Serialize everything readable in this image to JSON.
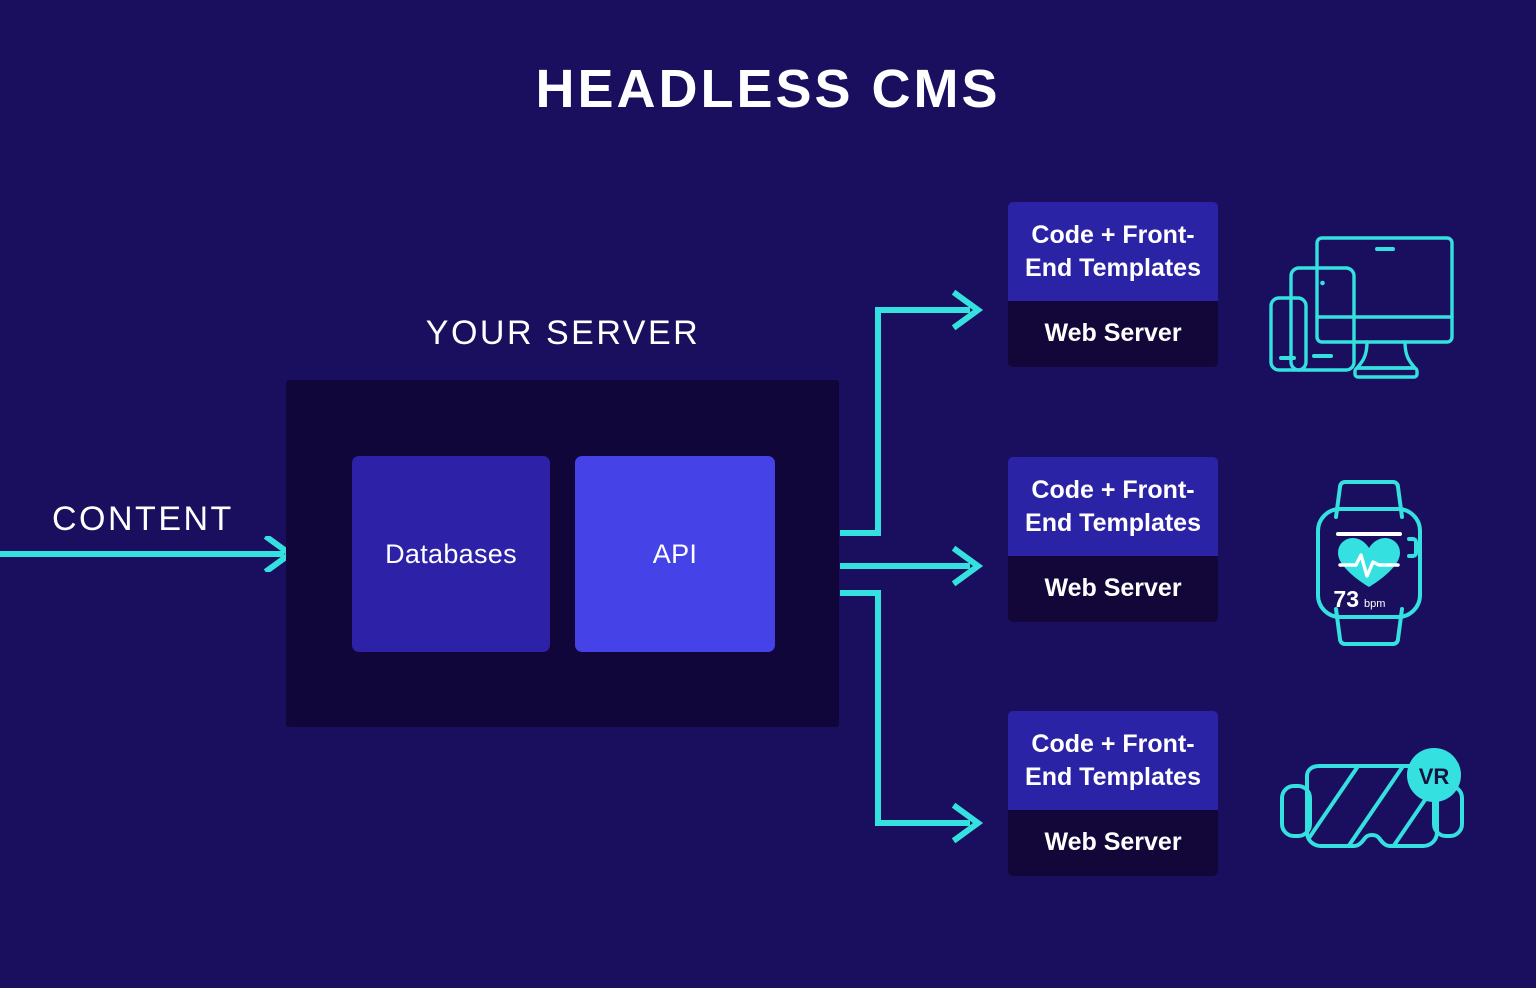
{
  "page": {
    "title": "HEADLESS CMS",
    "background_color": "#1a0f5e",
    "accent_cyan": "#35e0e0",
    "accent_blue": "#4542e8"
  },
  "content_flow": {
    "label": "CONTENT",
    "arrow_icon": "arrow-right-icon"
  },
  "server": {
    "label": "YOUR SERVER",
    "box_color": "#11063a",
    "components": [
      {
        "label": "Databases",
        "color": "#2d21a8"
      },
      {
        "label": "API",
        "color": "#4542e8"
      }
    ]
  },
  "endpoints": [
    {
      "top_label": "Code + Front-End Templates",
      "bottom_label": "Web Server",
      "top_color": "#2b23a5",
      "bottom_color": "#120738",
      "device_icon": "devices-icon",
      "device_name": "Phone, tablet and desktop monitor"
    },
    {
      "top_label": "Code + Front-End Templates",
      "bottom_label": "Web Server",
      "top_color": "#2b23a5",
      "bottom_color": "#120738",
      "device_icon": "smartwatch-icon",
      "device_name": "Smartwatch",
      "watch_reading": "73",
      "watch_unit": "bpm"
    },
    {
      "top_label": "Code + Front-End Templates",
      "bottom_label": "Web Server",
      "top_color": "#2b23a5",
      "bottom_color": "#120738",
      "device_icon": "vr-headset-icon",
      "device_name": "VR headset",
      "vr_badge": "VR"
    }
  ],
  "connectors": {
    "count": 3,
    "color": "#35e0e0",
    "description": "Three elbow arrows from API out to each Web Server card"
  },
  "chart_data": {
    "type": "diagram",
    "title": "HEADLESS CMS",
    "nodes": [
      {
        "id": "content",
        "label": "CONTENT",
        "kind": "input-label"
      },
      {
        "id": "server",
        "label": "YOUR SERVER",
        "kind": "container"
      },
      {
        "id": "databases",
        "label": "Databases",
        "kind": "component",
        "parent": "server"
      },
      {
        "id": "api",
        "label": "API",
        "kind": "component",
        "parent": "server"
      },
      {
        "id": "ws1",
        "label": "Code + Front-End Templates / Web Server",
        "kind": "endpoint"
      },
      {
        "id": "ws2",
        "label": "Code + Front-End Templates / Web Server",
        "kind": "endpoint"
      },
      {
        "id": "ws3",
        "label": "Code + Front-End Templates / Web Server",
        "kind": "endpoint"
      },
      {
        "id": "dev1",
        "label": "Phone, tablet, desktop",
        "kind": "device"
      },
      {
        "id": "dev2",
        "label": "Smartwatch",
        "kind": "device"
      },
      {
        "id": "dev3",
        "label": "VR headset",
        "kind": "device"
      }
    ],
    "edges": [
      {
        "from": "content",
        "to": "server"
      },
      {
        "from": "api",
        "to": "ws1"
      },
      {
        "from": "api",
        "to": "ws2"
      },
      {
        "from": "api",
        "to": "ws3"
      }
    ]
  }
}
